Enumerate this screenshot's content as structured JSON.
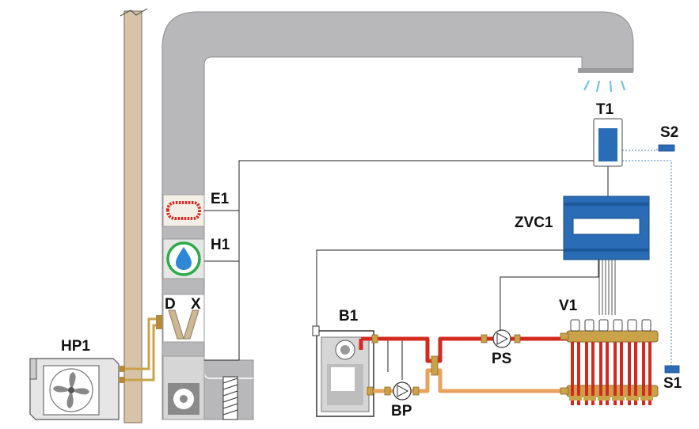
{
  "labels": {
    "hp1": "HP1",
    "e1": "E1",
    "h1": "H1",
    "d": "D",
    "x": "X",
    "b1": "B1",
    "bp": "BP",
    "ps": "PS",
    "v1": "V1",
    "zvc1": "ZVC1",
    "t1": "T1",
    "s1": "S1",
    "s2": "S2"
  },
  "colors": {
    "duct": "#b8b8ba",
    "duct_inner": "#a7a7a9",
    "wall": "#d7c3a8",
    "hot_pipe": "#d32a20",
    "return_pipe": "#e8a25e",
    "brass": "#c9a24a",
    "controller": "#2a6cb5",
    "water_drop": "#2e88d6",
    "ring": "#2eab4a",
    "air": "#6ec2ea",
    "wire": "#222222",
    "sensor_wire": "#3a78c8"
  }
}
